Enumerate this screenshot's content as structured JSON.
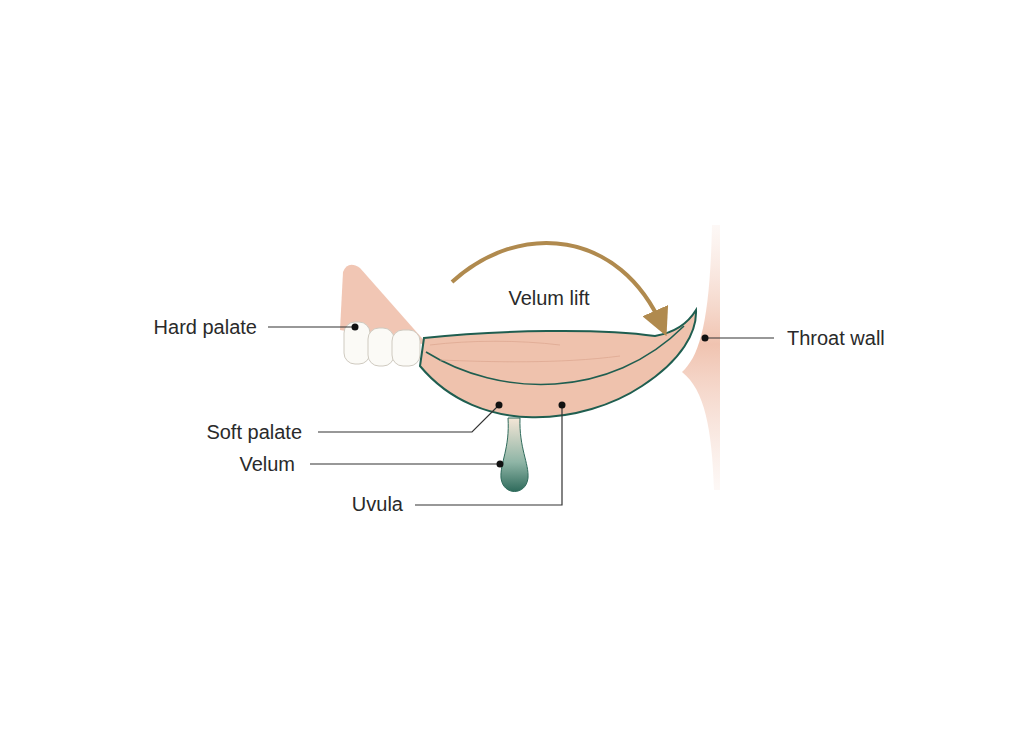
{
  "diagram": {
    "labels": [
      "Velum lift",
      "Hard palate",
      "Throat wall",
      "Soft palate",
      "Velum",
      "Uvula"
    ]
  }
}
